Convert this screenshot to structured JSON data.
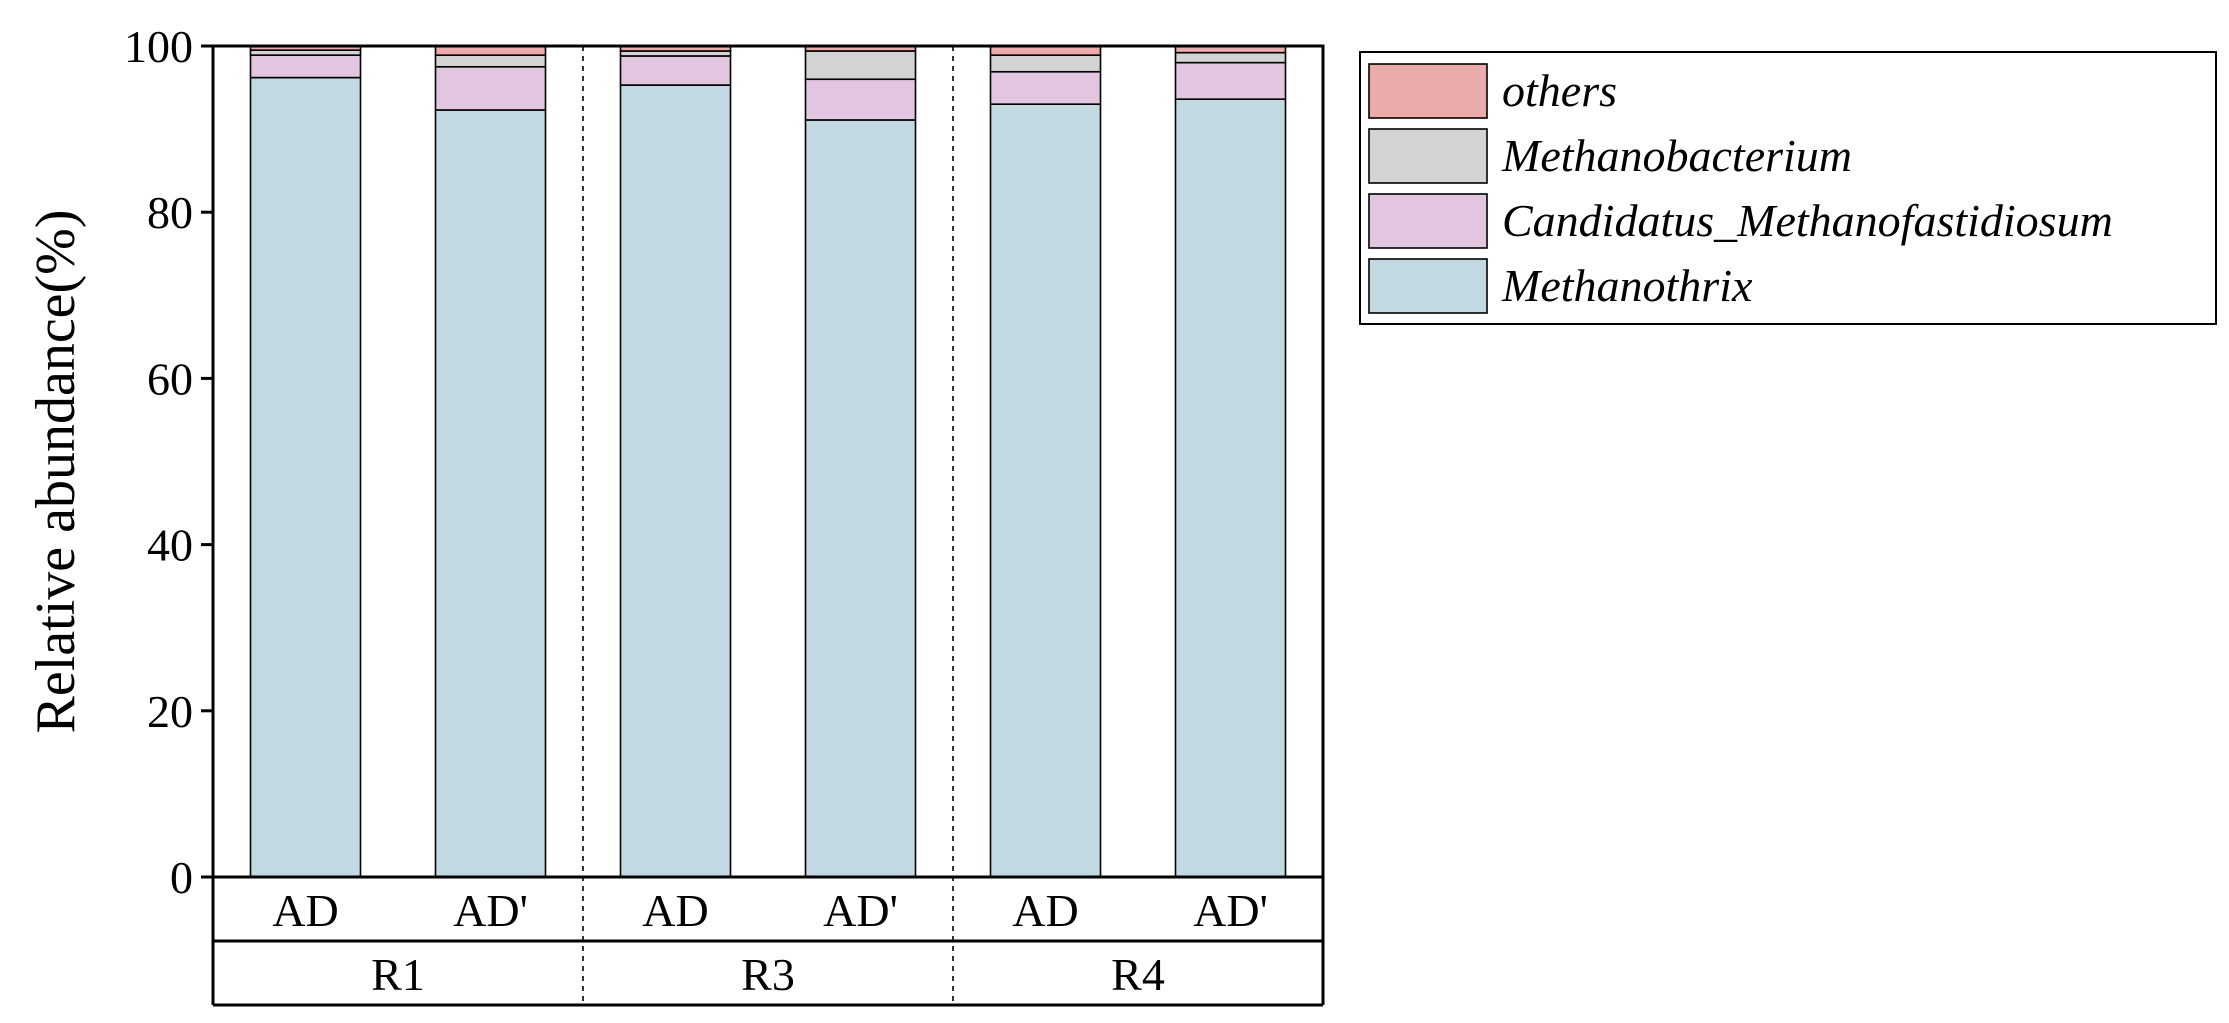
{
  "chart_data": {
    "type": "bar",
    "stacked": true,
    "ylabel": "Relative abundance(%)",
    "ylim": [
      0,
      100
    ],
    "yticks": [
      0,
      20,
      40,
      60,
      80,
      100
    ],
    "grid": false,
    "legend_position": "outside-top-right",
    "categories": [
      "AD",
      "AD'",
      "AD",
      "AD'",
      "AD",
      "AD'"
    ],
    "groups": [
      {
        "label": "R1",
        "categories": [
          0,
          1
        ]
      },
      {
        "label": "R3",
        "categories": [
          2,
          3
        ]
      },
      {
        "label": "R4",
        "categories": [
          4,
          5
        ]
      }
    ],
    "series": [
      {
        "name": "Methanothrix",
        "color": "#c2d9e1",
        "values": [
          96.2,
          92.3,
          95.3,
          91.1,
          93.0,
          93.6
        ]
      },
      {
        "name": "Candidatus_Methanofastidiosum",
        "color": "#e2c6e0",
        "values": [
          2.7,
          5.2,
          3.5,
          4.9,
          3.9,
          4.4
        ]
      },
      {
        "name": "Methanobacterium",
        "color": "#d3d3d3",
        "values": [
          0.6,
          1.4,
          0.6,
          3.4,
          2.0,
          1.2
        ]
      },
      {
        "name": "others",
        "color": "#eaacab",
        "values": [
          0.5,
          1.1,
          0.6,
          0.6,
          1.1,
          0.8
        ]
      }
    ]
  }
}
